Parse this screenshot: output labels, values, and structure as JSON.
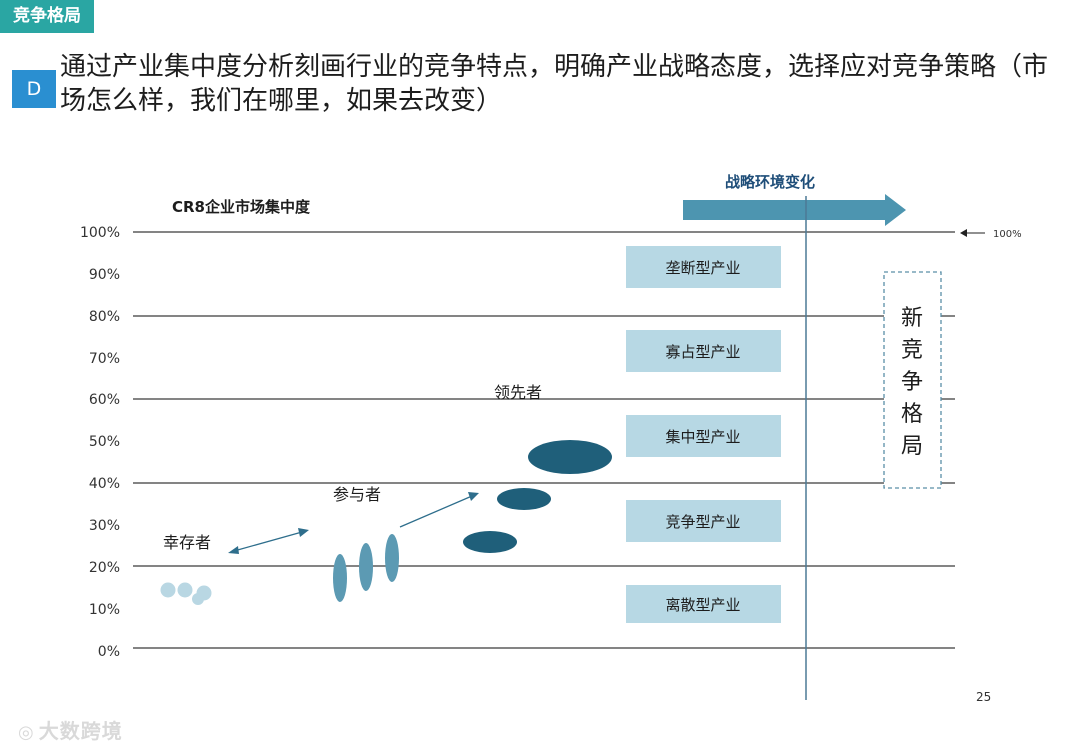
{
  "section_tag": "竞争格局",
  "badge": "D",
  "headline": "通过产业集中度分析刻画行业的竞争特点，明确产业战略态度，选择应对竞争策略（市场怎么样，我们在哪里，如果去改变）",
  "page_number": "25",
  "watermark": "大数跨境",
  "chart": {
    "y_title": "CR8企业市场集中度",
    "arrow_label": "战略环境变化",
    "max_pointer_label": "100%",
    "y_ticks": [
      "0%",
      "10%",
      "20%",
      "30%",
      "40%",
      "50%",
      "60%",
      "70%",
      "80%",
      "90%",
      "100%"
    ],
    "industry_boxes": [
      "垄断型产业",
      "寡占型产业",
      "集中型产业",
      "竞争型产业",
      "离散型产业"
    ],
    "new_landscape": [
      "新",
      "竞",
      "争",
      "格",
      "局"
    ],
    "players": {
      "survivor": "幸存者",
      "participant": "参与者",
      "leader": "领先者"
    }
  },
  "chart_data": {
    "type": "diagram",
    "y_axis": {
      "label": "CR8企业市场集中度",
      "range": [
        0,
        100
      ],
      "unit": "%"
    },
    "bands": [
      {
        "label": "离散型产业",
        "range": [
          0,
          20
        ]
      },
      {
        "label": "竞争型产业",
        "range": [
          20,
          40
        ]
      },
      {
        "label": "集中型产业",
        "range": [
          40,
          60
        ]
      },
      {
        "label": "寡占型产业",
        "range": [
          60,
          80
        ]
      },
      {
        "label": "垄断型产业",
        "range": [
          80,
          100
        ]
      }
    ],
    "groups": [
      {
        "label": "幸存者",
        "approx_level": 13
      },
      {
        "label": "参与者",
        "approx_level": 20
      },
      {
        "label": "领先者",
        "approx_level": 35
      }
    ],
    "colors": {
      "survivor": "#b9d7e3",
      "participant": "#5c9ab3",
      "leader": "#1f5f7a",
      "box": "#b7d8e4",
      "arrow": "#4d95b0",
      "tag": "#2aa6a3",
      "badge": "#2a8fd1"
    }
  }
}
